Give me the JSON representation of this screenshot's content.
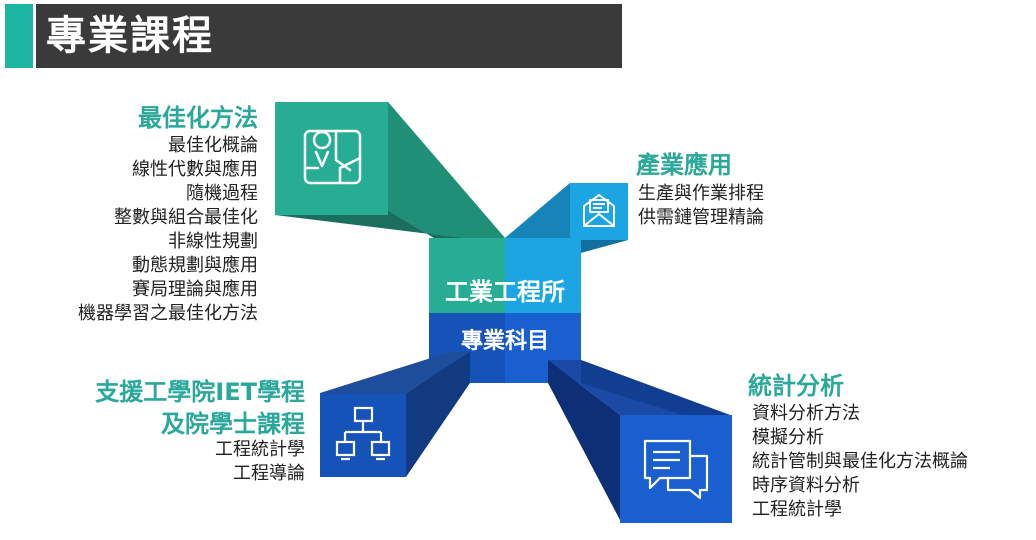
{
  "page_title": "專業課程",
  "center": {
    "top": "工業工程所",
    "bottom": "專業科目"
  },
  "groups": {
    "optimization": {
      "title": "最佳化方法",
      "items": [
        "最佳化概論",
        "線性代數與應用",
        "隨機過程",
        "整數與組合最佳化",
        "非線性規劃",
        "動態規劃與應用",
        "賽局理論與應用",
        "機器學習之最佳化方法"
      ],
      "icon": "map-pin-route-icon"
    },
    "industry": {
      "title": "產業應用",
      "items": [
        "生產與作業排程",
        "供需鏈管理精論"
      ],
      "icon": "envelope-open-icon"
    },
    "support": {
      "title_line1": "支援工學院IET學程",
      "title_line2": "及院學士課程",
      "items": [
        "工程統計學",
        "工程導論"
      ],
      "icon": "network-icon"
    },
    "statistics": {
      "title": "統計分析",
      "items": [
        "資料分析方法",
        "模擬分析",
        "統計管制與最佳化方法概論",
        "時序資料分析",
        "工程統計學"
      ],
      "icon": "chat-document-icon"
    }
  },
  "colors": {
    "teal": "#27ad93",
    "teal_dark": "#1c7f6c",
    "teal_side": "#22967f",
    "sky": "#1ba6e3",
    "sky_dark": "#137fb0",
    "navy": "#1653b8",
    "navy_dark": "#0e3a85",
    "royal": "#1a5fd0",
    "royal_dark": "#0f3f99"
  }
}
